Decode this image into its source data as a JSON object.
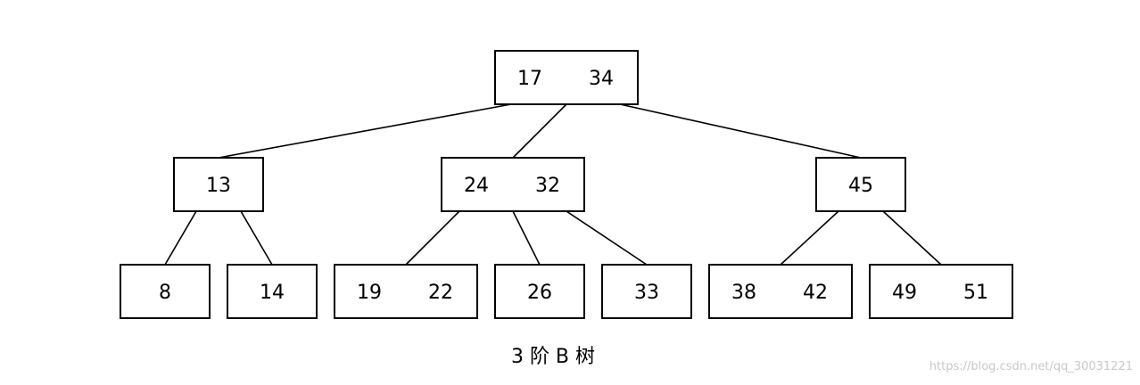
{
  "diagram": {
    "caption": "3 阶 B 树",
    "nodes": [
      {
        "id": "root",
        "keys": [
          "17",
          "34"
        ]
      },
      {
        "id": "n13",
        "keys": [
          "13"
        ]
      },
      {
        "id": "n24_32",
        "keys": [
          "24",
          "32"
        ]
      },
      {
        "id": "n45",
        "keys": [
          "45"
        ]
      },
      {
        "id": "l8",
        "keys": [
          "8"
        ]
      },
      {
        "id": "l14",
        "keys": [
          "14"
        ]
      },
      {
        "id": "l19_22",
        "keys": [
          "19",
          "22"
        ]
      },
      {
        "id": "l26",
        "keys": [
          "26"
        ]
      },
      {
        "id": "l33",
        "keys": [
          "33"
        ]
      },
      {
        "id": "l38_42",
        "keys": [
          "38",
          "42"
        ]
      },
      {
        "id": "l49_51",
        "keys": [
          "49",
          "51"
        ]
      }
    ],
    "edges": [
      [
        "root",
        "n13"
      ],
      [
        "root",
        "n24_32"
      ],
      [
        "root",
        "n45"
      ],
      [
        "n13",
        "l8"
      ],
      [
        "n13",
        "l14"
      ],
      [
        "n24_32",
        "l19_22"
      ],
      [
        "n24_32",
        "l26"
      ],
      [
        "n24_32",
        "l33"
      ],
      [
        "n45",
        "l38_42"
      ],
      [
        "n45",
        "l49_51"
      ]
    ]
  },
  "watermark": "https://blog.csdn.net/qq_30031221"
}
